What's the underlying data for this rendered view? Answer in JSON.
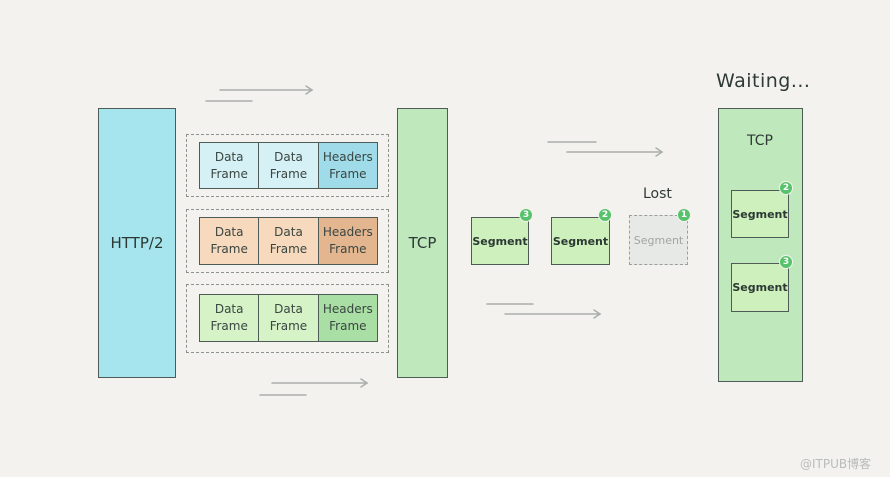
{
  "colors": {
    "background": "#f4f2ee",
    "http2_block": "#a6e4ee",
    "tcp_block": "#bfe9bd",
    "segment": "#cdf0bd",
    "badge": "#56c26a",
    "row1_data": "#d6f1f6",
    "row1_headers": "#9fdbe9",
    "row2_data": "#f7d9bd",
    "row2_headers": "#e3b690",
    "row3_data": "#d6f3c8",
    "row3_headers": "#a9dfa4"
  },
  "http2": {
    "label": "HTTP/2"
  },
  "frame_rows": [
    {
      "cells": [
        "Data\nFrame",
        "Data\nFrame",
        "Headers\nFrame"
      ]
    },
    {
      "cells": [
        "Data\nFrame",
        "Data\nFrame",
        "Headers\nFrame"
      ]
    },
    {
      "cells": [
        "Data\nFrame",
        "Data\nFrame",
        "Headers\nFrame"
      ]
    }
  ],
  "tcp_sender": {
    "label": "TCP"
  },
  "in_flight_segments": [
    {
      "label": "Segment",
      "number": "3"
    },
    {
      "label": "Segment",
      "number": "2"
    },
    {
      "label": "Segment",
      "number": "1",
      "lost": true
    }
  ],
  "lost_label": "Lost",
  "receiver": {
    "waiting_label": "Waiting...",
    "tcp_label": "TCP",
    "segments": [
      {
        "label": "Segment",
        "number": "2"
      },
      {
        "label": "Segment",
        "number": "3"
      }
    ]
  },
  "watermark": "@ITPUB博客",
  "arrow_icons": [
    "arrow-right-icon"
  ]
}
